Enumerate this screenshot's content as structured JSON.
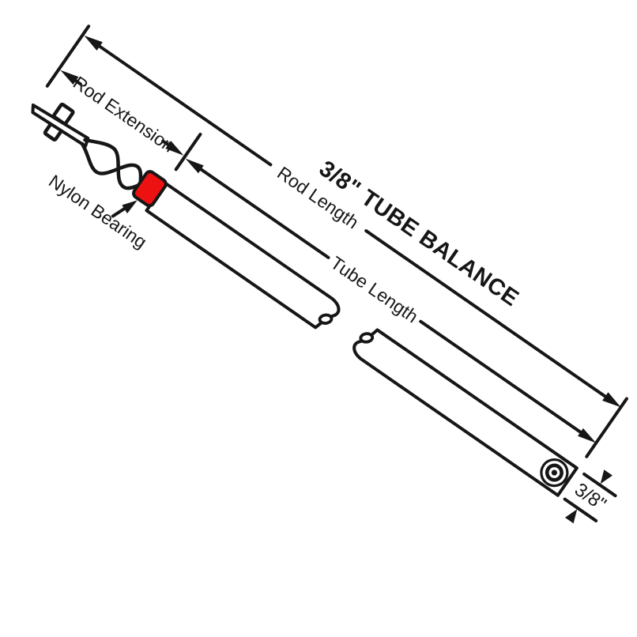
{
  "diagram": {
    "title": "3/8\" TUBE BALANCE",
    "dimension_labels": {
      "rod_extension": "Rod Extension",
      "rod_length": "Rod Length",
      "tube_length": "Tube Length",
      "tube_diameter": "3/8\""
    },
    "part_labels": {
      "nylon_bearing": "Nylon Bearing"
    },
    "colors": {
      "ink": "#161616",
      "bearing_fill": "#ee1111",
      "background": "#ffffff"
    }
  }
}
